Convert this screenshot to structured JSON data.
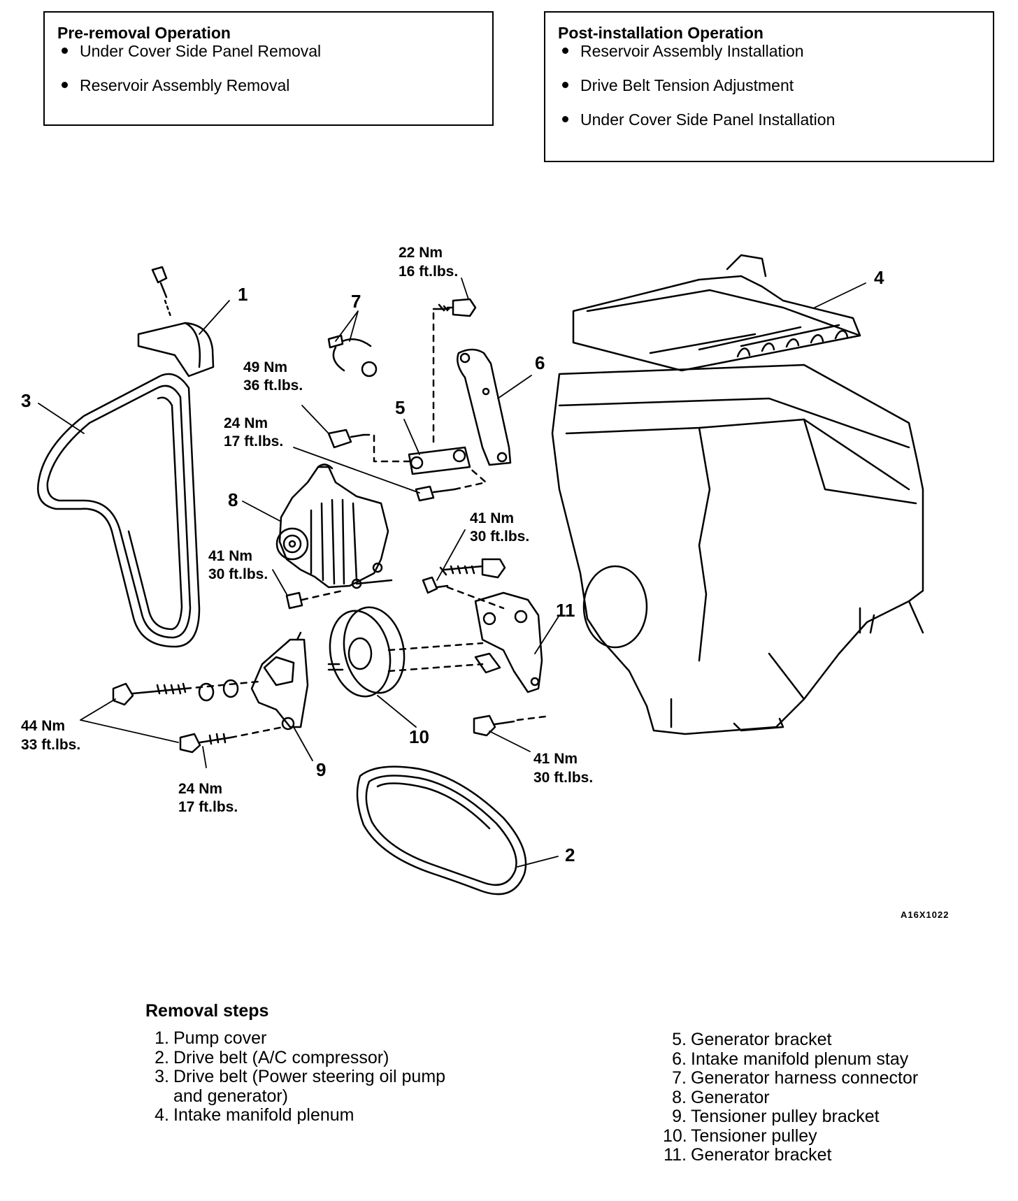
{
  "pre_removal": {
    "title": "Pre-removal Operation",
    "items": [
      "Under Cover Side Panel Removal",
      "Reservoir Assembly Removal"
    ]
  },
  "post_installation": {
    "title": "Post-installation Operation",
    "items": [
      "Reservoir Assembly Installation",
      "Drive Belt Tension Adjustment",
      "Under Cover Side Panel Installation"
    ]
  },
  "diagram": {
    "callouts": [
      "1",
      "2",
      "3",
      "4",
      "5",
      "6",
      "7",
      "8",
      "9",
      "10",
      "11"
    ],
    "torque_labels": [
      {
        "nm": "22 Nm",
        "ftlbs": "16 ft.lbs."
      },
      {
        "nm": "49 Nm",
        "ftlbs": "36 ft.lbs."
      },
      {
        "nm": "24 Nm",
        "ftlbs": "17 ft.lbs."
      },
      {
        "nm": "41 Nm",
        "ftlbs": "30 ft.lbs."
      },
      {
        "nm": "41 Nm",
        "ftlbs": "30 ft.lbs."
      },
      {
        "nm": "44 Nm",
        "ftlbs": "33 ft.lbs."
      },
      {
        "nm": "24 Nm",
        "ftlbs": "17 ft.lbs."
      },
      {
        "nm": "41 Nm",
        "ftlbs": "30 ft.lbs."
      }
    ],
    "figure_code": "A16X1022"
  },
  "removal_steps": {
    "heading": "Removal steps",
    "left": [
      {
        "n": "1.",
        "text": "Pump cover"
      },
      {
        "n": "2.",
        "text": "Drive belt (A/C compressor)"
      },
      {
        "n": "3.",
        "text": "Drive belt (Power steering oil pump"
      },
      {
        "n": "",
        "text": "and generator)"
      },
      {
        "n": "4.",
        "text": "Intake manifold plenum"
      }
    ],
    "right": [
      {
        "n": "5.",
        "text": "Generator bracket"
      },
      {
        "n": "6.",
        "text": "Intake manifold plenum stay"
      },
      {
        "n": "7.",
        "text": "Generator harness connector"
      },
      {
        "n": "8.",
        "text": "Generator"
      },
      {
        "n": "9.",
        "text": "Tensioner pulley bracket"
      },
      {
        "n": "10.",
        "text": "Tensioner pulley"
      },
      {
        "n": "11.",
        "text": "Generator bracket"
      }
    ]
  }
}
